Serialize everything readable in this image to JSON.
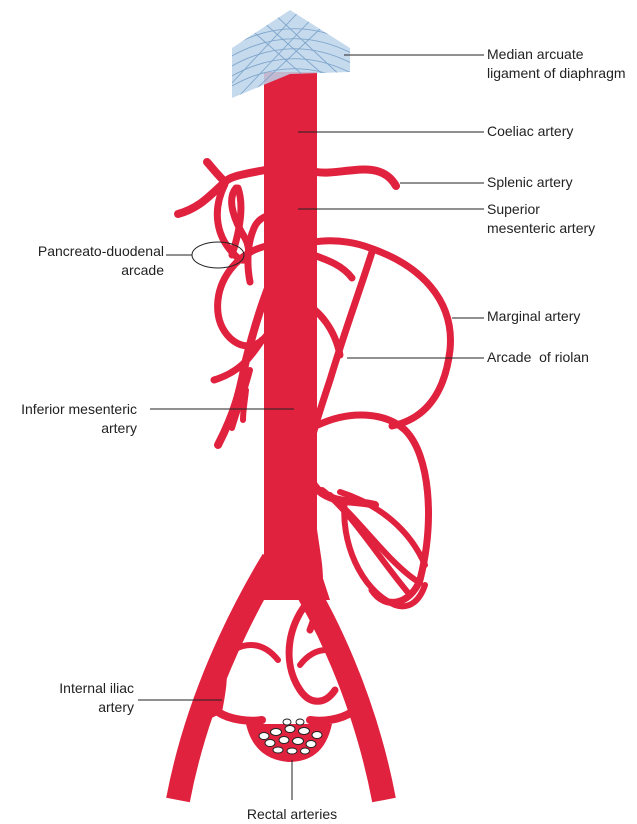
{
  "colors": {
    "artery": "#e0223f",
    "ligament": "#bcd3ea",
    "ligament_line": "#7fa6cc",
    "leader": "#222222",
    "text": "#222222"
  },
  "labels": {
    "median_arcuate": [
      "Median arcuate",
      "ligament of diaphragm"
    ],
    "coeliac": "Coeliac artery",
    "splenic": "Splenic artery",
    "superior_mesenteric": [
      "Superior",
      "mesenteric artery"
    ],
    "pancreato_duodenal": [
      "Pancreato-duodenal",
      "arcade"
    ],
    "marginal": "Marginal artery",
    "arcade_riolan": "Arcade  of riolan",
    "inferior_mesenteric": [
      "Inferior mesenteric",
      "artery"
    ],
    "internal_iliac": [
      "Internal iliac",
      "artery"
    ],
    "rectal": "Rectal arteries"
  }
}
